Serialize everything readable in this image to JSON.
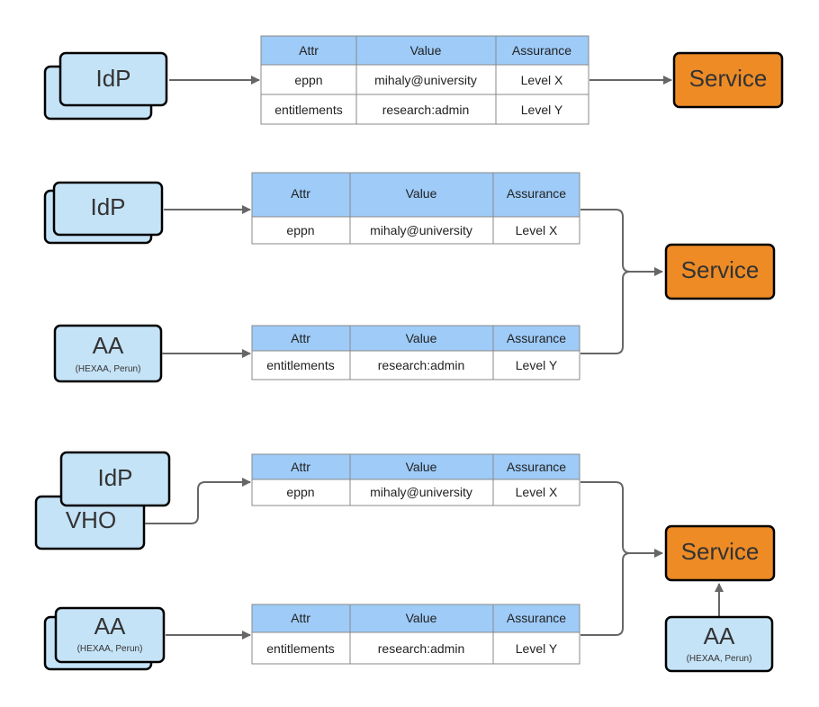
{
  "colors": {
    "node_fill": "#c5e3f7",
    "node_stroke": "#000000",
    "service_fill": "#ee8b25",
    "header_fill": "#9ecbf8",
    "table_border": "#888888",
    "edge": "#666666"
  },
  "labels": {
    "idp": "IdP",
    "aa": "AA",
    "aa_sub": "(HEXAA, Perun)",
    "vho": "VHO",
    "service": "Service"
  },
  "table_header": [
    "Attr",
    "Value",
    "Assurance"
  ],
  "rows": {
    "eppn": [
      "eppn",
      "mihaly@university",
      "Level X"
    ],
    "entitlements": [
      "entitlements",
      "research:admin",
      "Level Y"
    ]
  }
}
